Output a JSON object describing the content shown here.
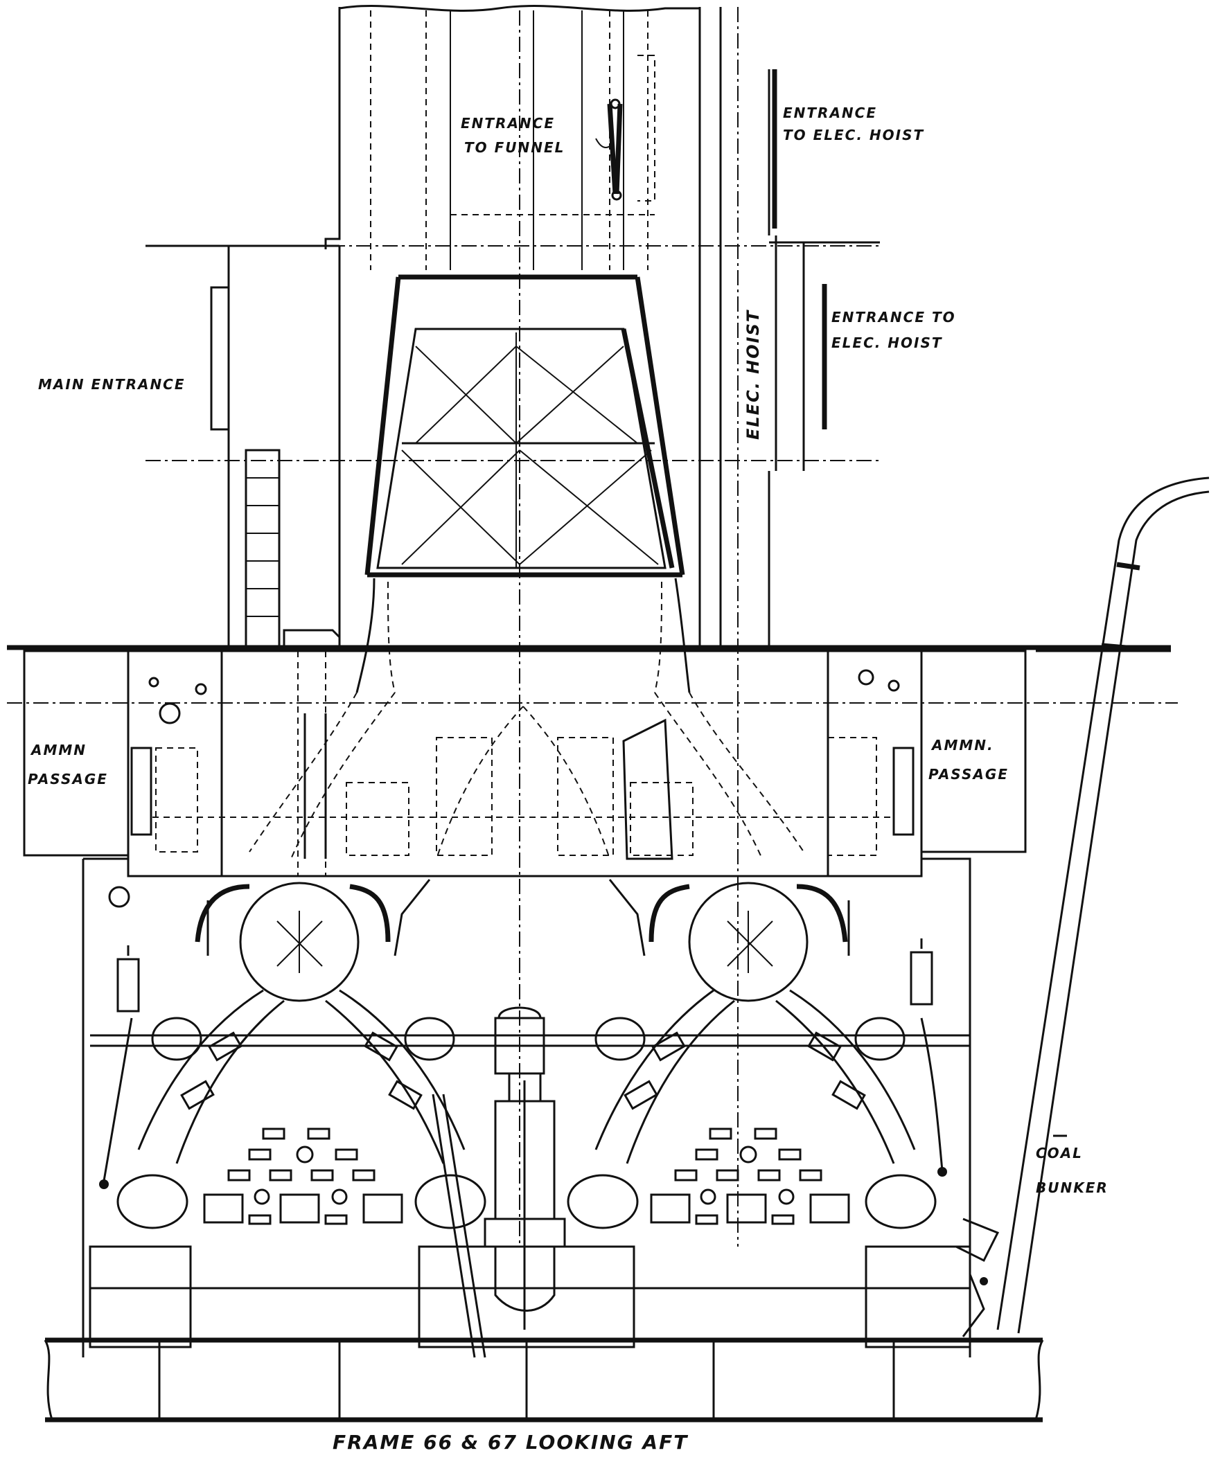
{
  "labels": {
    "entrance_to_funnel": [
      "ENTRANCE",
      "TO FUNNEL"
    ],
    "entrance_to_elec_hoist_top": [
      "ENTRANCE",
      "TO ELEC. HOIST"
    ],
    "entrance_to_elec_hoist_mid": [
      "ENTRANCE TO",
      "ELEC. HOIST"
    ],
    "elec_hoist": "ELEC. HOIST",
    "main_entrance": "MAIN ENTRANCE",
    "ammn_passage_left": [
      "AMMN",
      "PASSAGE"
    ],
    "ammn_passage_right": [
      "AMMN.",
      "PASSAGE"
    ],
    "coal_bunker": [
      "COAL",
      "BUNKER"
    ],
    "caption": "FRAME 66 & 67 LOOKING AFT"
  },
  "colors": {
    "ink": "#111111",
    "paper": "#ffffff"
  }
}
